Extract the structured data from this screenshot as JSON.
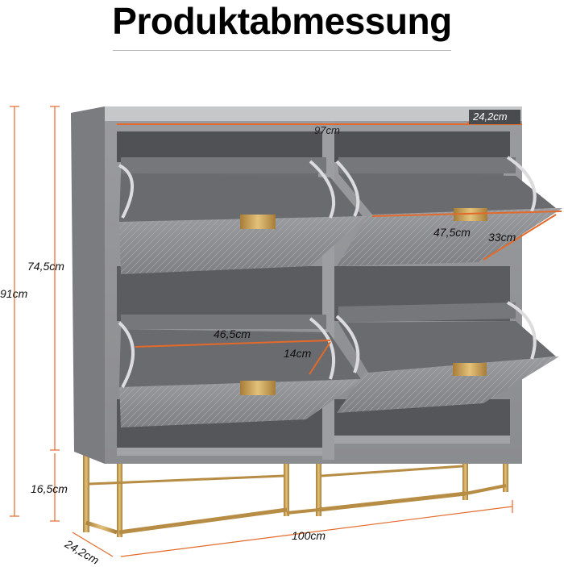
{
  "title": "Produktabmessung",
  "dimensions": {
    "total_height": "91cm",
    "body_height": "74,5cm",
    "leg_height": "16,5cm",
    "depth_left": "24,2cm",
    "depth_top": "24,2cm",
    "width_total": "100cm",
    "width_inner": "97cm",
    "flap_width": "47,5cm",
    "flap_depth": "33cm",
    "inner_width": "46,5cm",
    "inner_depth": "14cm"
  },
  "colors": {
    "cabinet": "#8f9093",
    "cabinet_dark": "#5f6063",
    "cabinet_light": "#b2b3b5",
    "gold": "#c9a25a",
    "measure": "#e36a2a"
  }
}
